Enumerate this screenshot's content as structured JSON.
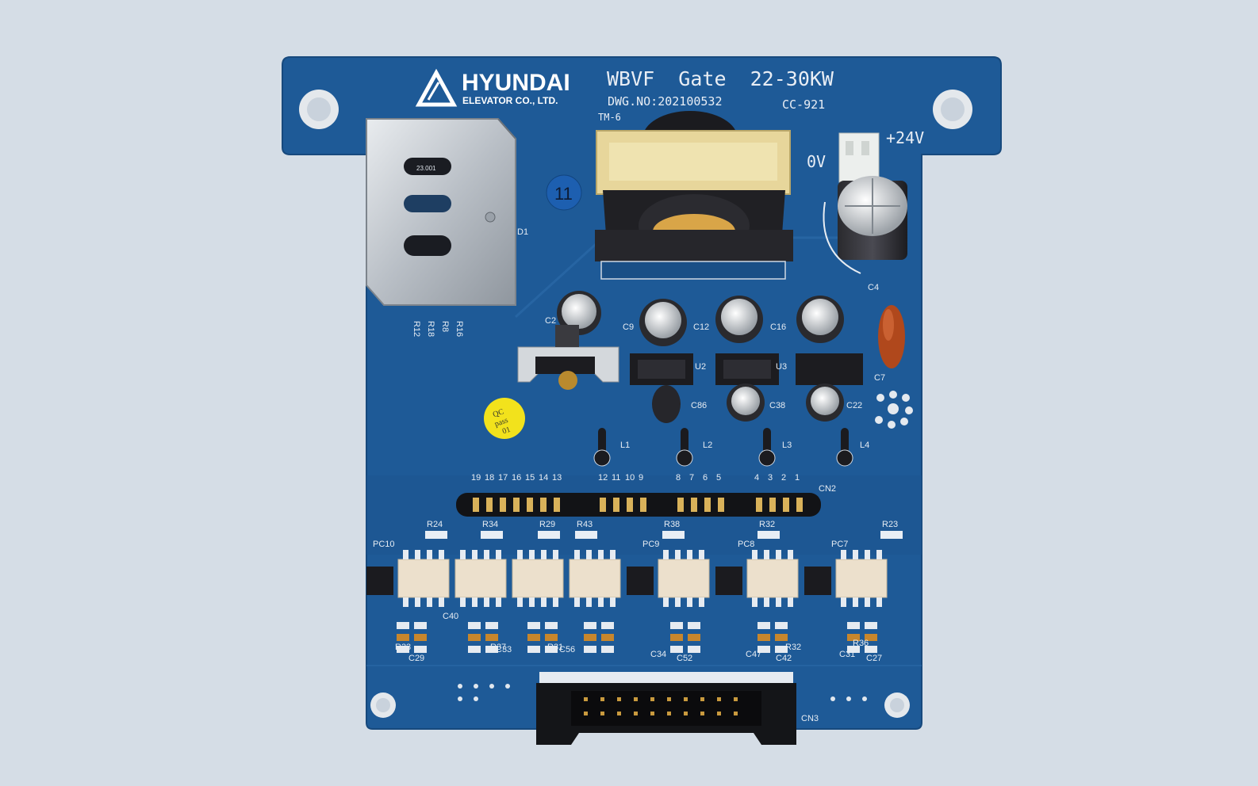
{
  "board": {
    "brand": "HYUNDAI",
    "company": "ELEVATOR CO., LTD.",
    "model": "WBVF  Gate  22-30KW",
    "drawing_no": "DWG.NO:202100532",
    "board_code": "CC-921",
    "tm_label": "TM-6",
    "power_pos": "+24V",
    "power_neg": "0V",
    "batch_sticker": "11",
    "qc_sticker": [
      "QC",
      "pass",
      "01"
    ],
    "heatsink_label": "23.001"
  },
  "colors": {
    "background": "#d5dde6",
    "pcb": "#1e5a97",
    "pcb_dark": "#184f86",
    "silkscreen": "#e9eef5",
    "sticker_yellow": "#f2e21c",
    "sticker_blue": "#1d5fb0",
    "optocoupler": "#ece0cc"
  },
  "components": {
    "capacitors": [
      "C2",
      "C9",
      "C12",
      "C16",
      "C4",
      "C7",
      "C86",
      "C38",
      "C22"
    ],
    "regulators": [
      "U2",
      "U3"
    ],
    "inductors": [
      "L1",
      "L2",
      "L3",
      "L4"
    ],
    "diode": "D1",
    "heatsink_resistors": [
      "R12",
      "R18",
      "R8",
      "R16"
    ],
    "resistors_row": [
      "R24",
      "R34",
      "R29",
      "R43",
      "R38",
      "R32",
      "R23"
    ],
    "optocoupler_labels": [
      "PC10",
      "PC9",
      "PC8",
      "PC7"
    ],
    "bottom_labels": [
      "C29",
      "C40",
      "C33",
      "C56",
      "C34",
      "C52",
      "C47",
      "C42",
      "C31",
      "C27",
      "R37",
      "R31",
      "R33",
      "R32",
      "R36"
    ]
  },
  "connectors": {
    "cn2": {
      "name": "CN2",
      "pins": [
        "19",
        "18",
        "17",
        "16",
        "15",
        "14",
        "13",
        "12",
        "11",
        "10",
        "9",
        "8",
        "7",
        "6",
        "5",
        "4",
        "3",
        "2",
        "1"
      ]
    },
    "cn3": {
      "name": "CN3"
    }
  }
}
